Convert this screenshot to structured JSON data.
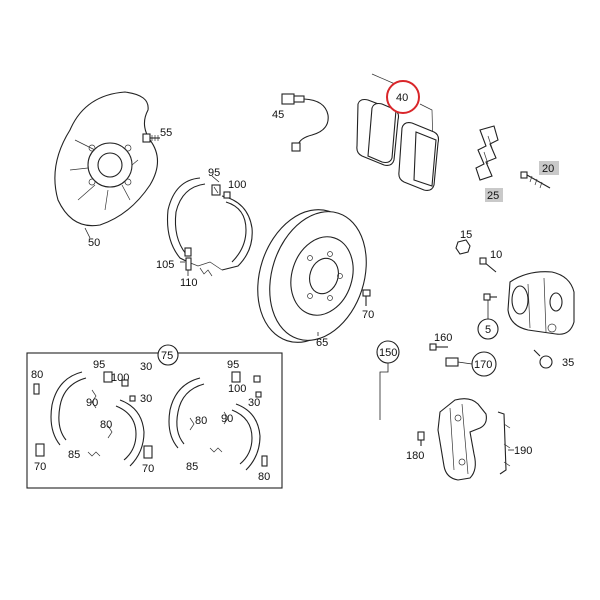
{
  "labels": {
    "p55": "55",
    "p45": "45",
    "p40": "40",
    "p20": "20",
    "p25": "25",
    "p95a": "95",
    "p100a": "100",
    "p50": "50",
    "p105": "105",
    "p110": "110",
    "p15": "15",
    "p10": "10",
    "p70a": "70",
    "p65": "65",
    "p5": "5",
    "p35": "35",
    "p75": "75",
    "p80a": "80",
    "p95b": "95",
    "p100b": "100",
    "p30a": "30",
    "p30b": "30",
    "p90a": "90",
    "p80b": "80",
    "p70b": "70",
    "p85a": "85",
    "p95c": "95",
    "p100c": "100",
    "p30c": "30",
    "p90b": "90",
    "p80c": "80",
    "p85b": "85",
    "p70c": "70",
    "p80d": "80",
    "p150": "150",
    "p160": "160",
    "p170": "170",
    "p180": "180",
    "p190": "190"
  },
  "highlight_color": "#d9262a",
  "callout_bg": "#c9c9c9"
}
